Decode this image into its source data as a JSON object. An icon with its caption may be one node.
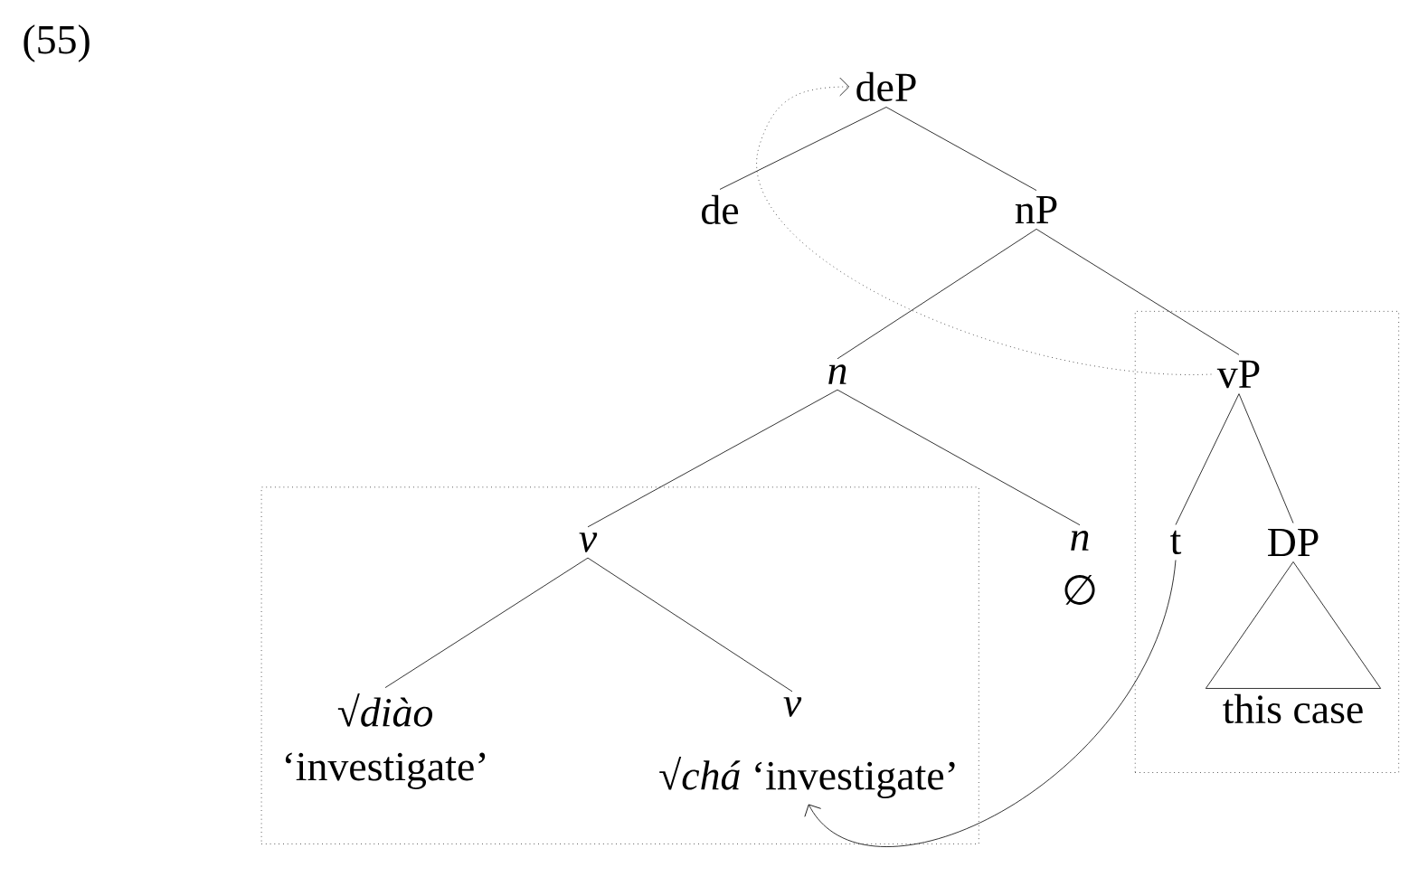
{
  "diagram": {
    "nodes": [
      {
        "text": [
          "deP"
        ]
      },
      {
        "text": [
          "de"
        ]
      },
      {
        "text": [
          "nP"
        ]
      },
      {
        "text": [
          "n"
        ]
      },
      {
        "text": [],
        "shape": "box"
      },
      {
        "text": [
          "vP"
        ],
        "in": 4
      },
      {
        "text": [],
        "shape": "box"
      },
      {
        "text": [
          "v"
        ],
        "in": 6
      },
      {
        "text": [
          "n",
          "∅"
        ]
      },
      {
        "text": [
          "t"
        ],
        "in": 4
      },
      {
        "text": [
          "DP"
        ],
        "in": 4
      },
      {
        "text": [
          "√*diào*",
          "‘investigate’"
        ],
        "in": 6
      },
      {
        "text": [
          "v"
        ],
        "in": 6
      },
      {
        "text": [
          "√*chá* ‘investigate’"
        ],
        "in": 6
      },
      {
        "text": [
          "this case"
        ],
        "in": 4
      }
    ],
    "edges": [
      {
        "from": 0,
        "to": 1,
        "arrow": "none"
      },
      {
        "from": 0,
        "to": 2,
        "arrow": "none"
      },
      {
        "from": 2,
        "to": 3,
        "arrow": "none"
      },
      {
        "from": 2,
        "to": 5,
        "arrow": "none"
      },
      {
        "from": 3,
        "to": 7,
        "arrow": "none"
      },
      {
        "from": 3,
        "to": 8,
        "arrow": "none"
      },
      {
        "from": 5,
        "to": 9,
        "arrow": "none"
      },
      {
        "from": 5,
        "to": 10,
        "arrow": "none"
      },
      {
        "from": 7,
        "to": 11,
        "arrow": "none"
      },
      {
        "from": 7,
        "to": 12,
        "arrow": "none"
      },
      {
        "from": 10,
        "to": 14,
        "arrow": "none"
      },
      {
        "from": 5,
        "to": 0,
        "arrow": "to",
        "style": "dashed"
      },
      {
        "from": 9,
        "to": 13,
        "arrow": "to"
      }
    ],
    "labels": [
      "(55)"
    ]
  }
}
